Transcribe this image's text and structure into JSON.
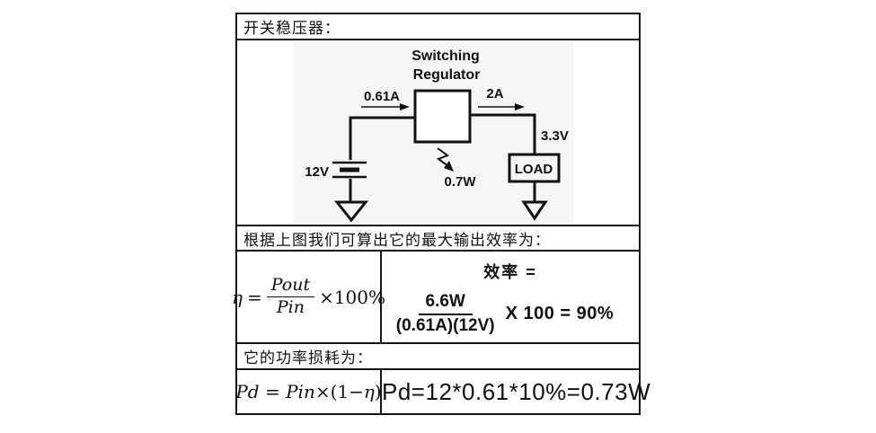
{
  "captions": {
    "section_title": "开关稳压器：",
    "efficiency_caption": "根据上图我们可算出它的最大输出效率为：",
    "power_loss_caption": "它的功率损耗为："
  },
  "circuit": {
    "regulator_title_line1": "Switching",
    "regulator_title_line2": "Regulator",
    "input_current": "0.61A",
    "output_current": "2A",
    "source_voltage": "12V",
    "output_voltage": "3.3V",
    "load_label": "LOAD",
    "dissipation_power": "0.7W"
  },
  "efficiency_formula": {
    "eta": "η",
    "equals": "=",
    "numerator": "Pout",
    "denominator": "Pin",
    "multiplier": "×100%"
  },
  "efficiency_calc": {
    "title": "效率 =",
    "numerator": "6.6W",
    "denominator": "(0.61A)(12V)",
    "result": "X 100 = 90%"
  },
  "power_loss": {
    "formula_pd": "Pd",
    "formula_equals": " = ",
    "formula_pin": "Pin",
    "formula_mid": "×(1−",
    "formula_eta": "η",
    "formula_close": ")",
    "calc": "Pd=12*0.61*10%=0.73W"
  },
  "colors": {
    "ink": "#111111",
    "scan_background": "#f5f5f5"
  }
}
